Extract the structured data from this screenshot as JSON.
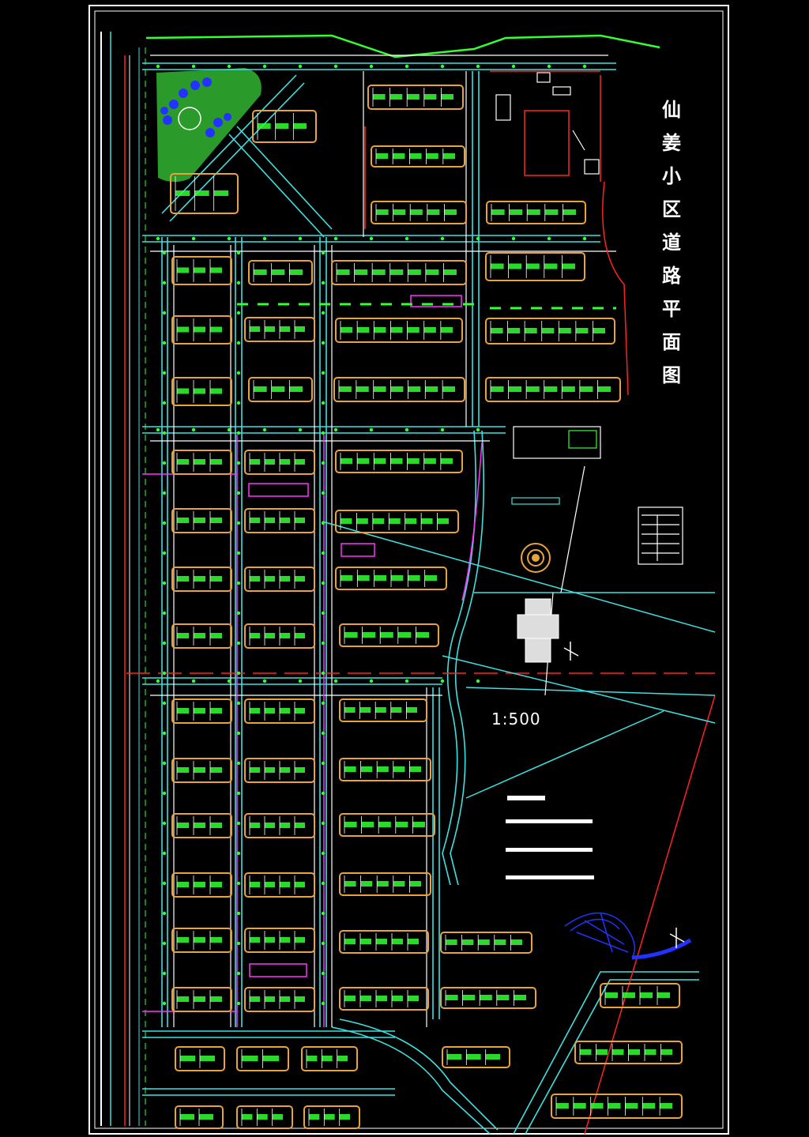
{
  "drawing": {
    "title_chars": [
      "仙",
      "姜",
      "小",
      "区",
      "道",
      "路",
      "平",
      "面",
      "图"
    ],
    "scale_label": "1:500"
  },
  "colors": {
    "background": "#000000",
    "frame": "#ffffff",
    "building": "#e8a33a",
    "road": "#3fe0e0",
    "pipe": "#ffffff",
    "green_line": "#33ff33",
    "magenta": "#ff33ff",
    "red_line": "#ff2222",
    "blue": "#2233ff",
    "park": "#2a9a2a"
  }
}
